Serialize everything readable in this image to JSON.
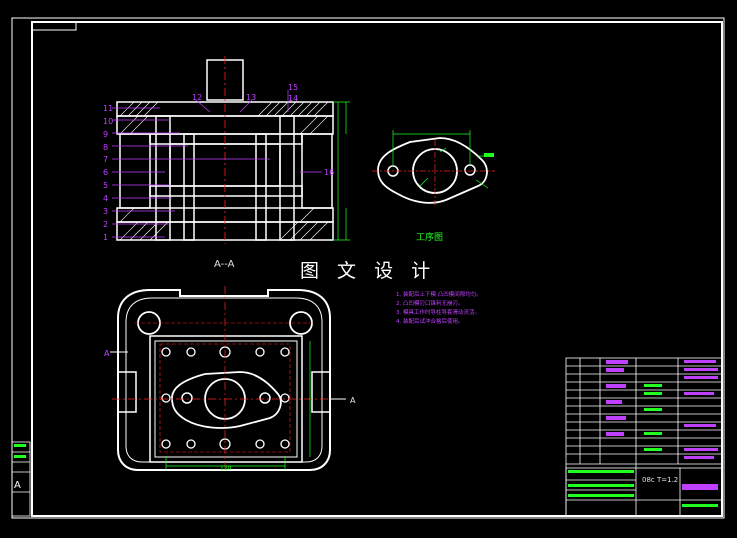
{
  "drawing": {
    "section_label": "A--A",
    "part_label": "工序图",
    "watermark": "图 文 设 计",
    "left_mark": "A",
    "right_mark": "A",
    "bottom_dim": "120",
    "thickness_label": "08c T=1.2",
    "part_number_labels": [
      "1",
      "2",
      "3",
      "4",
      "5",
      "6",
      "7",
      "8",
      "9",
      "10",
      "11"
    ],
    "top_labels": [
      "12",
      "13",
      "15",
      "14"
    ],
    "right_label": "16",
    "notes": [
      "1. 装配后上下模 凸凹模间隙均匀。",
      "2. 凸凹模刃口锋利无崩刃。",
      "3. 模具工作时导柱导套滑动灵活。",
      "4. 装配后试冲合格后使用。"
    ]
  },
  "colors": {
    "background": "#000000",
    "frame": "#ffffff",
    "part_line": "#ffffff",
    "center_line": "#ff2020",
    "dimension": "#20ff20",
    "leader": "#c040ff",
    "hatch": "#ffffff"
  }
}
